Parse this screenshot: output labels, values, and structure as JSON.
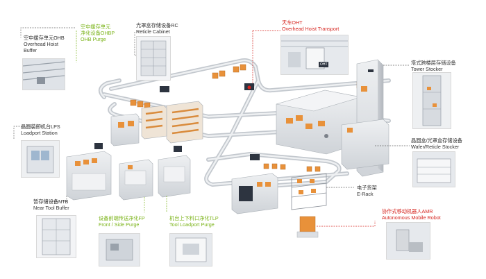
{
  "colors": {
    "accent_dark": "#333333",
    "accent_green": "#7ab317",
    "accent_red": "#d6251f",
    "equipment_orange": "#e8913a",
    "equipment_gray": "#dcdfe3",
    "track_gray": "#cfd3d8"
  },
  "labels": {
    "ohb": {
      "cn": "空中缓存单元OHB",
      "en1": "Overhead Hoist",
      "en2": "Buffer"
    },
    "ohb_purge": {
      "cn1": "空中缓存单元",
      "cn2": "净化设备OHBP",
      "en": "OHB Purge"
    },
    "reticle_cabinet": {
      "cn": "光罩盒存储设备RC",
      "en": "Reticle Cabinet"
    },
    "oht": {
      "cn": "天车OHT",
      "en": "Overhead Hoist Transport"
    },
    "tower_stocker": {
      "cn": "塔式跨楼层存储设备",
      "en": "Tower Stocker"
    },
    "lps": {
      "cn": "晶圆装卸机台LPS",
      "en": "Loadport Station"
    },
    "wafer_reticle_stocker": {
      "cn": "晶圆盒/光罩盒存储设备",
      "en": "Wafer/Reticle Stocker"
    },
    "ntb": {
      "cn": "暂存储设备NTB",
      "en": "Near Tool Buffer"
    },
    "e_rack": {
      "cn": "电子货架",
      "en": "E-Rack"
    },
    "amr": {
      "cn": "协作式移动机器人AMR",
      "en": "Autonomous Mobile Robot"
    },
    "fp": {
      "cn": "设备前端传送净化FP",
      "en": "Front / Side Purge"
    },
    "tlp": {
      "cn": "机台上下料口净化TLP",
      "en": "Tool Loadport Purge"
    }
  },
  "photo_text": {
    "oht_badge": "OHT"
  }
}
